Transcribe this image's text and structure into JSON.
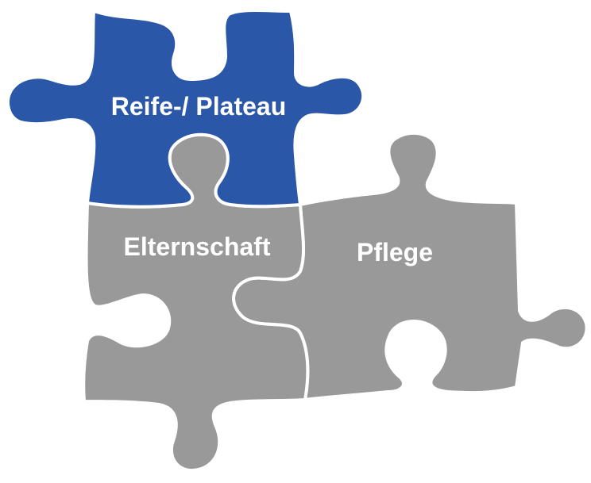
{
  "colors": {
    "accent_blue": "#2a57a8",
    "piece_gray": "#999999",
    "outline": "#ffffff",
    "background": "#ffffff"
  },
  "pieces": [
    {
      "label": "Reife-/ Plateau",
      "color": "#2a57a8"
    },
    {
      "label": "Elternschaft",
      "color": "#999999"
    },
    {
      "label": "Pflege",
      "color": "#999999"
    }
  ]
}
